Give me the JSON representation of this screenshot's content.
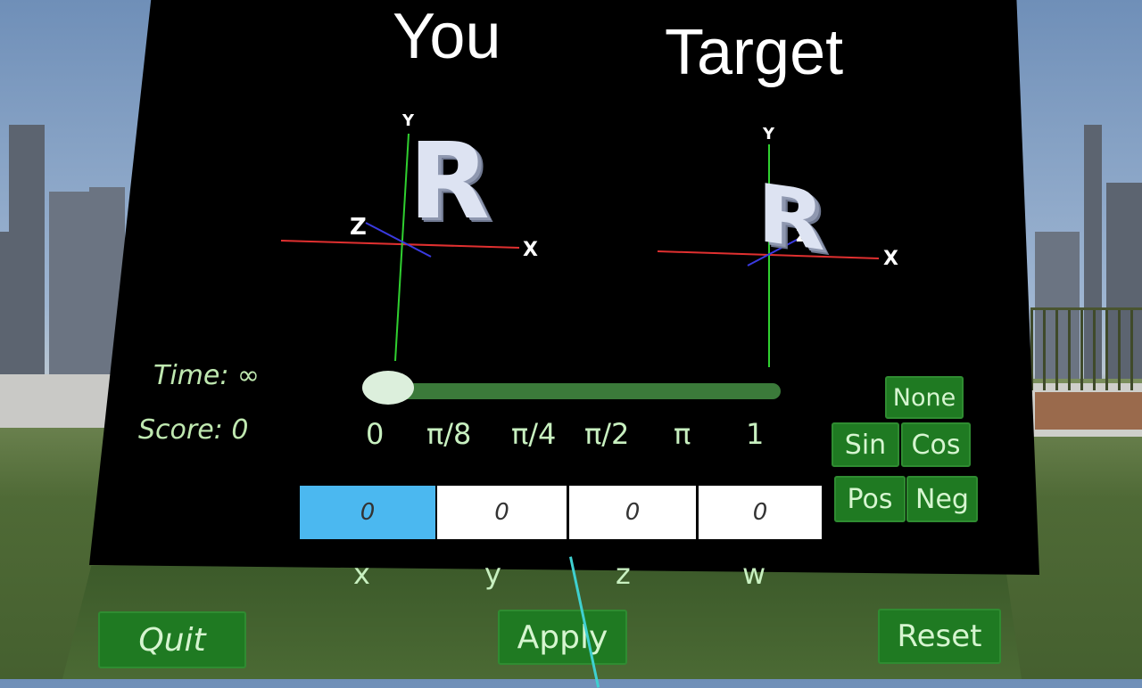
{
  "headers": {
    "you": "You",
    "target": "Target"
  },
  "gizmo_you": {
    "y_axis": "Y",
    "x_axis": "X",
    "z_axis": "Z",
    "letter": "R"
  },
  "gizmo_target": {
    "y_axis": "Y",
    "x_axis": "X",
    "z_axis": "Z",
    "letter": "R"
  },
  "stats": {
    "time": "Time: ∞",
    "score": "Score: 0"
  },
  "slider": {
    "value": 0,
    "ticks": [
      "0",
      "π/8",
      "π/4",
      "π/2",
      "π",
      "1"
    ]
  },
  "fields": [
    {
      "label": "x",
      "value": "0"
    },
    {
      "label": "y",
      "value": "0"
    },
    {
      "label": "z",
      "value": "0"
    },
    {
      "label": "w",
      "value": "0"
    }
  ],
  "functions": {
    "none": "None",
    "sin": "Sin",
    "cos": "Cos",
    "pos": "Pos",
    "neg": "Neg"
  },
  "actions": {
    "quit": "Quit",
    "apply": "Apply",
    "reset": "Reset"
  },
  "colors": {
    "accent_green": "#1f7a22",
    "active_field": "#4bb8f0",
    "x_axis": "#e03030",
    "y_axis": "#30d030",
    "z_axis": "#3030d0"
  }
}
